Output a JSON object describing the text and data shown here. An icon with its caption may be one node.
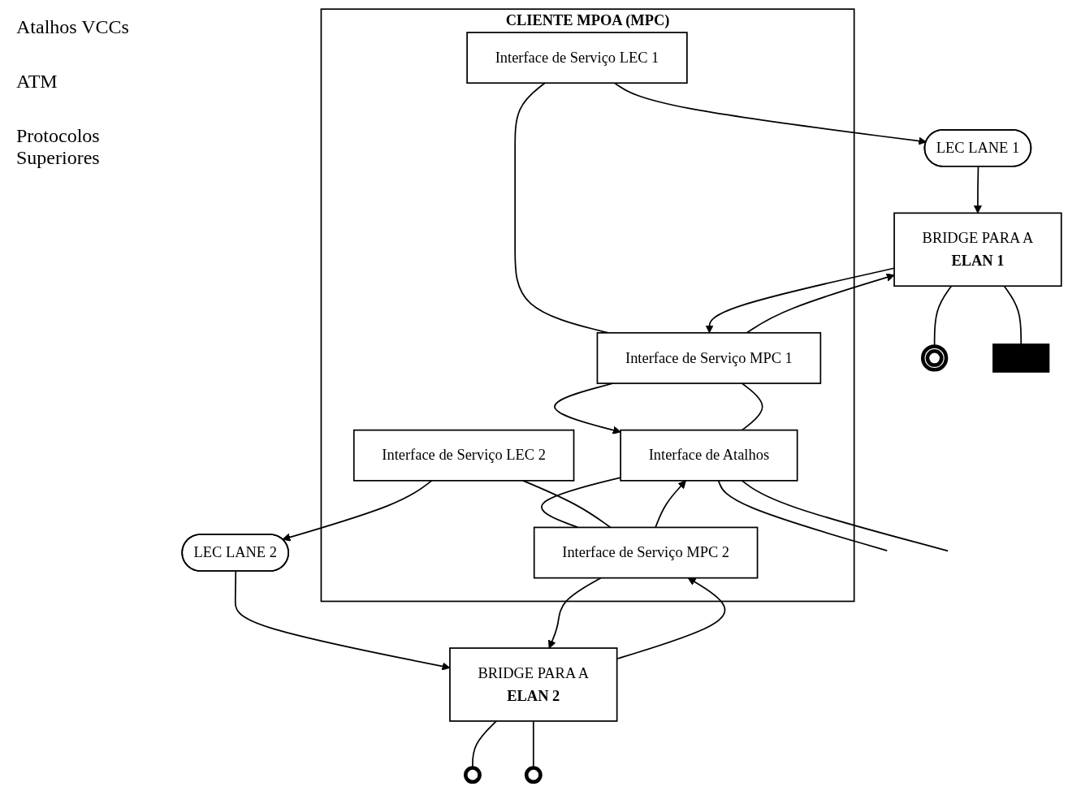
{
  "diagram": {
    "nodes": [
      {
        "text": [
          "LEC LANE 1"
        ]
      },
      {
        "text": [
          "LEC LANE 2"
        ]
      },
      {
        "text": [
          "CLIENTE MPOA (MPC)"
        ]
      },
      {
        "text": [
          "Interface de Serviço LEC 1"
        ],
        "in": 2
      },
      {
        "text": [
          "Interface de Atalhos"
        ],
        "in": 2
      },
      {
        "text": [
          "Interface de Serviço LEC 2"
        ],
        "in": 2
      },
      {
        "text": [
          "Interface de Serviço MPC 1"
        ],
        "in": 2
      },
      {
        "text": [
          "Interface de Serviço MPC 2"
        ],
        "in": 2
      },
      {
        "text": [
          "BRIDGE PARA A",
          "ELAN 1"
        ]
      },
      {
        "text": [
          "BRIDGE PARA A",
          "ELAN 2"
        ]
      },
      {
        "text": [],
        "shape": "circle"
      },
      {
        "text": [],
        "shape": "bar"
      },
      {
        "text": [],
        "shape": "circle"
      },
      {
        "text": [],
        "shape": "circle"
      }
    ],
    "edges": [
      {
        "from": 4,
        "to": null,
        "arrow": "none"
      },
      {
        "from": 4,
        "to": null,
        "arrow": "none"
      },
      {
        "from": 3,
        "to": 0,
        "arrow": "to"
      },
      {
        "from": 0,
        "to": 8,
        "arrow": "to"
      },
      {
        "from": 5,
        "to": 1,
        "arrow": "to"
      },
      {
        "from": 1,
        "to": 9,
        "arrow": "to"
      },
      {
        "from": 3,
        "to": 6,
        "arrow": "none"
      },
      {
        "from": 6,
        "to": 4,
        "arrow": "to"
      },
      {
        "from": 4,
        "to": 6,
        "arrow": "none"
      },
      {
        "from": 4,
        "to": 7,
        "arrow": "none"
      },
      {
        "from": 7,
        "to": 4,
        "arrow": "to"
      },
      {
        "from": 5,
        "to": 7,
        "arrow": "none"
      },
      {
        "from": 8,
        "to": 6,
        "arrow": "to"
      },
      {
        "from": 6,
        "to": 8,
        "arrow": "to"
      },
      {
        "from": 7,
        "to": 9,
        "arrow": "to"
      },
      {
        "from": 9,
        "to": 7,
        "arrow": "to"
      },
      {
        "from": 8,
        "to": 10,
        "arrow": "none"
      },
      {
        "from": 8,
        "to": 11,
        "arrow": "none"
      },
      {
        "from": 9,
        "to": 12,
        "arrow": "none"
      },
      {
        "from": 9,
        "to": 13,
        "arrow": "none"
      }
    ],
    "labels": [
      "Atalhos VCCs",
      "ATM",
      "Protocolos Superiores"
    ]
  }
}
